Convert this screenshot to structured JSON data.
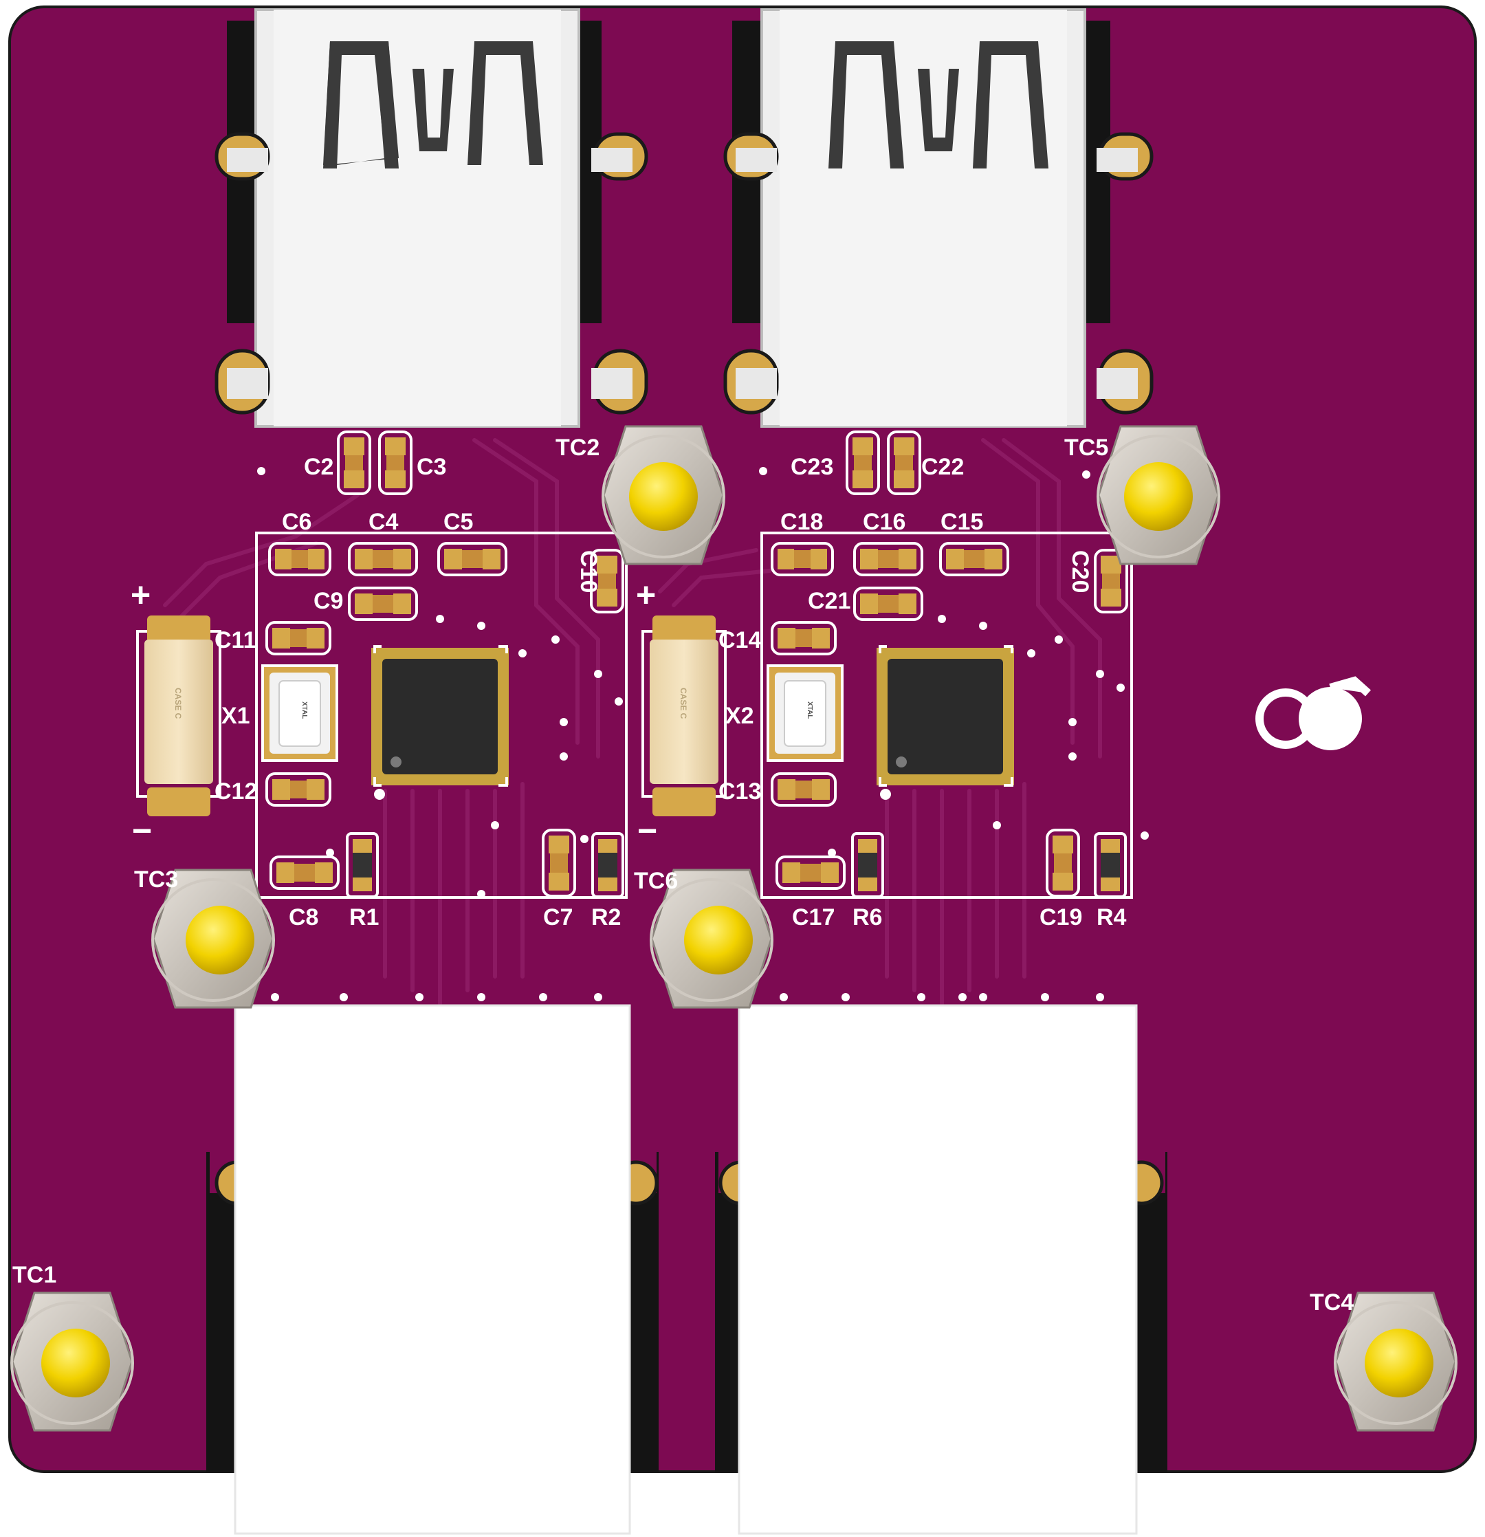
{
  "colors": {
    "soldermask": "#7d0a52",
    "soldermask_dark": "#5b063a",
    "trace": "#8c1a63",
    "silkscreen": "#ffffff",
    "copper": "#d6a84a",
    "gold": "#f2d200",
    "connector_metal": "#eeeeee",
    "ic_body": "#2b2b2b"
  },
  "designators": {
    "tc1": "TC1",
    "tc2": "TC2",
    "tc3": "TC3",
    "tc4": "TC4",
    "tc5": "TC5",
    "tc6": "TC6",
    "c2": "C2",
    "c3": "C3",
    "c4": "C4",
    "c5": "C5",
    "c6": "C6",
    "c7": "C7",
    "c8": "C8",
    "c9": "C9",
    "c10": "C10",
    "c11": "C11",
    "c12": "C12",
    "c13": "C13",
    "c14": "C14",
    "c15": "C15",
    "c16": "C16",
    "c17": "C17",
    "c18": "C18",
    "c19": "C19",
    "c20": "C20",
    "c21": "C21",
    "c22": "C22",
    "c23": "C23",
    "r1": "R1",
    "r2": "R2",
    "r4": "R4",
    "r6": "R6",
    "x1": "X1",
    "x2": "X2"
  },
  "polarity": {
    "plus": "+",
    "minus": "−"
  },
  "tantalum_marking": "CASE C",
  "crystal_marking": "XTAL"
}
